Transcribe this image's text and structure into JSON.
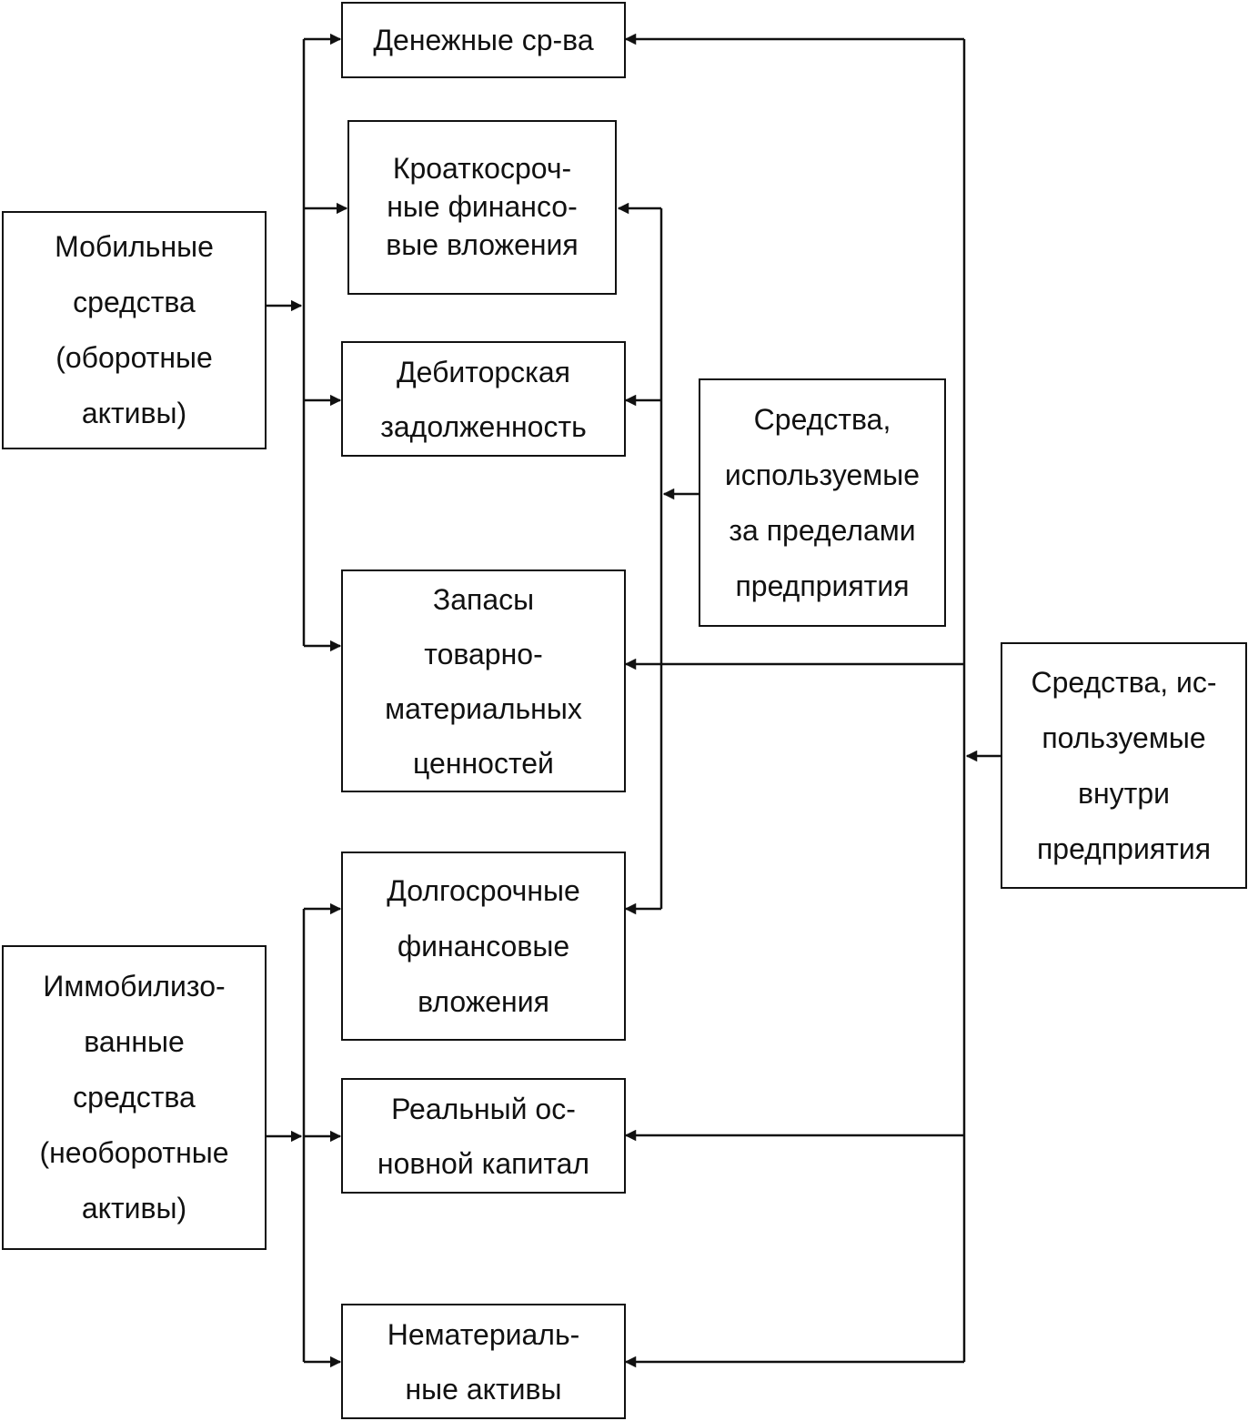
{
  "boxes": {
    "mobile": [
      "Мобильные",
      "средства",
      "(оборотные",
      "активы)"
    ],
    "immobile": [
      "Иммобилизо-",
      "ванные",
      "средства",
      "(необоротные",
      "активы)"
    ],
    "cash": [
      "Денежные ср-ва"
    ],
    "short_term_fin": [
      "Кроаткосроч-",
      "ные финансо-",
      "вые вложения"
    ],
    "receivables": [
      "Дебиторская",
      "задолженность"
    ],
    "inventory": [
      "Запасы",
      "товарно-",
      "материальных",
      "ценностей"
    ],
    "long_term_fin": [
      "Долгосрочные",
      "финансовые",
      "вложения"
    ],
    "fixed_capital": [
      "Реальный ос-",
      "новной капитал"
    ],
    "intangible": [
      "Нематериаль-",
      "ные активы"
    ],
    "external": [
      "Средства,",
      "используемые",
      "за пределами",
      "предприятия"
    ],
    "internal": [
      "Средства, ис-",
      "пользуемые",
      "внутри",
      "предприятия"
    ]
  }
}
